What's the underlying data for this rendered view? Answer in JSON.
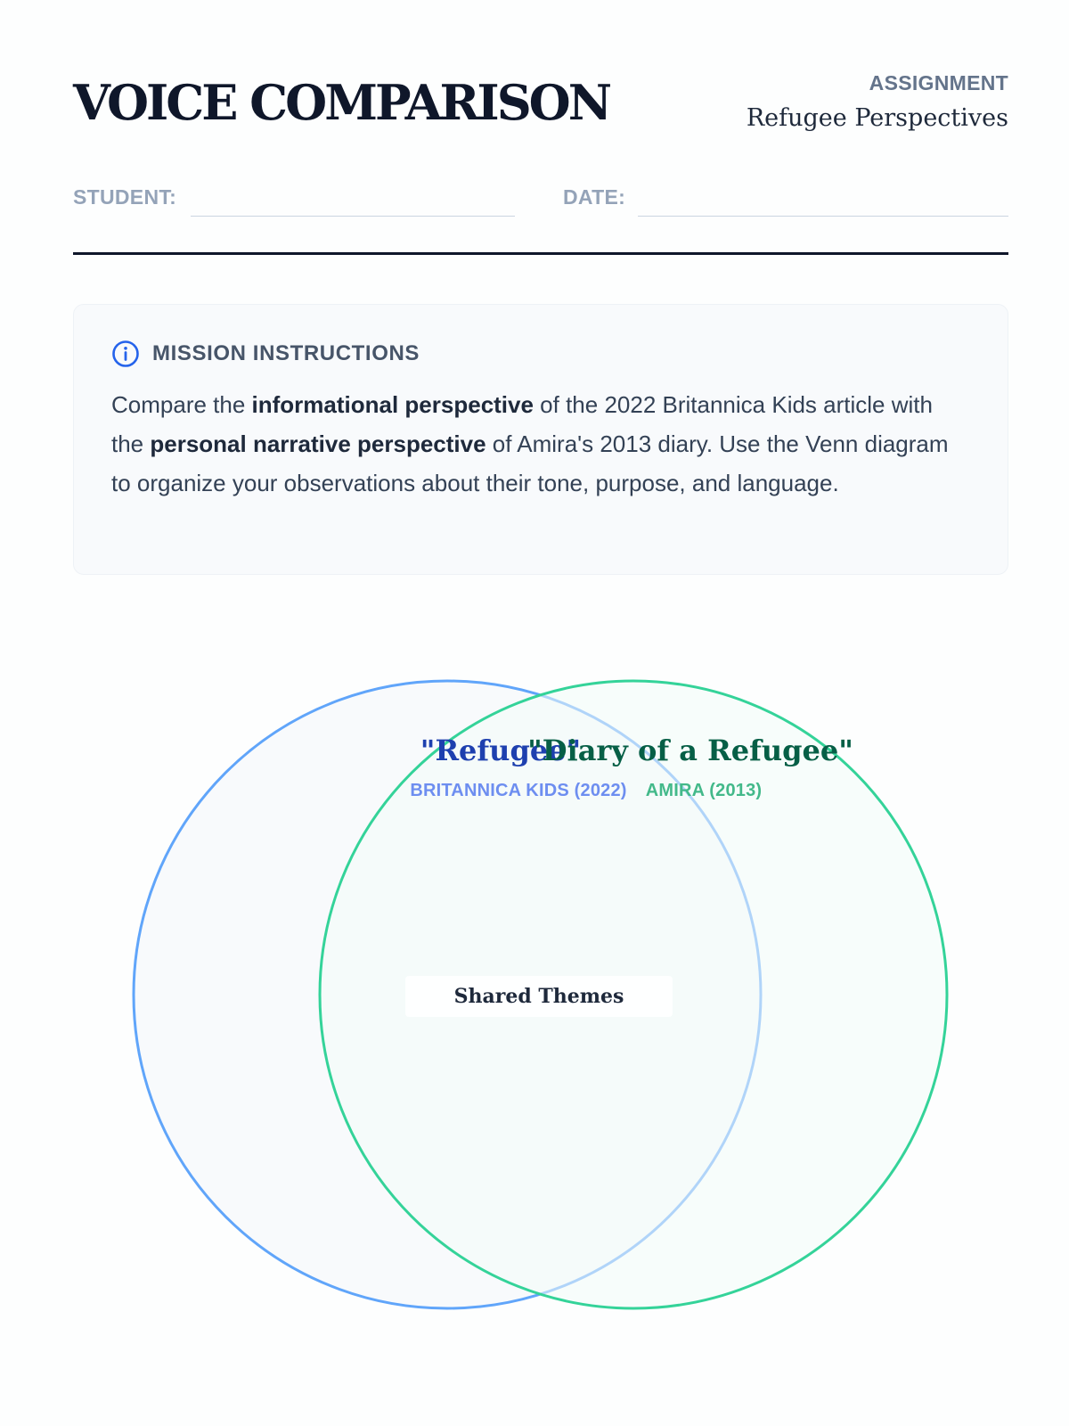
{
  "header": {
    "title": "VOICE COMPARISON",
    "assignment_label": "ASSIGNMENT",
    "assignment_value": "Refugee Perspectives"
  },
  "fields": {
    "student_label": "STUDENT:",
    "student_value": "",
    "date_label": "DATE:",
    "date_value": ""
  },
  "instructions": {
    "icon": "info-icon",
    "title": "MISSION INSTRUCTIONS",
    "text_1": "Compare the ",
    "bold_1": "informational perspective",
    "text_2": " of the 2022 Britannica Kids article with the ",
    "bold_2": "personal narrative perspective",
    "text_3": " of Amira's 2013 diary. Use the Venn diagram to organize your observations about their tone, purpose, and language."
  },
  "venn": {
    "left": {
      "title": "\"Refugee\"",
      "subtitle": "BRITANNICA KIDS (2022)",
      "stroke": "#60a5fa",
      "fill": "#f8fafc"
    },
    "right": {
      "title": "\"Diary of a Refugee\"",
      "subtitle": "AMIRA (2013)",
      "stroke": "#34d399",
      "fill": "#f3fcf8"
    },
    "shared_label": "Shared Themes"
  },
  "colors": {
    "ink": "#0f172a",
    "muted": "#94a3b8",
    "accent_blue": "#2563eb"
  }
}
